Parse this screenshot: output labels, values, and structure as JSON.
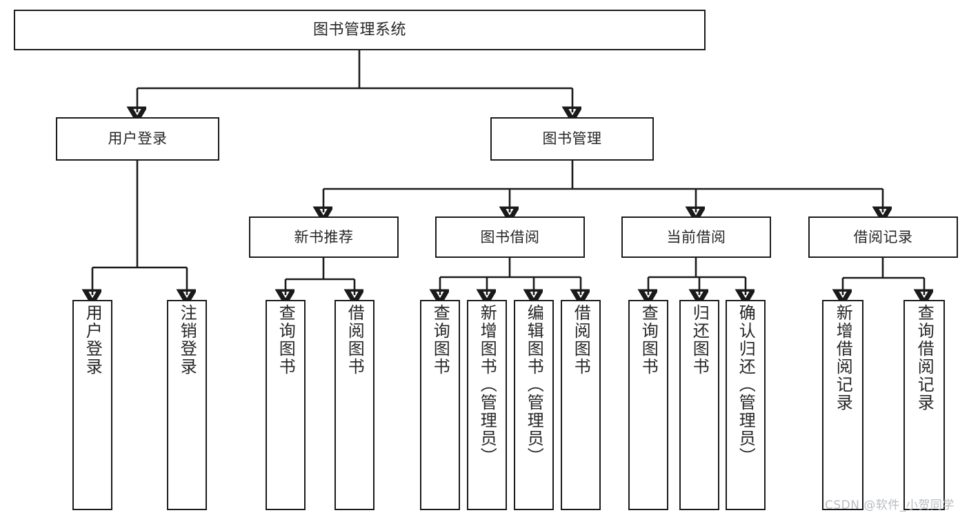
{
  "diagram": {
    "title": "图书管理系统",
    "type": "tree",
    "watermark": "CSDN @软件_小贺同学",
    "colors": {
      "box_border": "#1a1a1a",
      "box_fill": "#ffffff",
      "connector": "#1a1a1a",
      "text": "#262626",
      "watermark": "#b9bcc0"
    },
    "levels": [
      {
        "level": 1,
        "nodes": [
          {
            "id": "root",
            "label": "图书管理系统",
            "orientation": "horizontal"
          }
        ]
      },
      {
        "level": 2,
        "nodes": [
          {
            "id": "login",
            "label": "用户登录",
            "orientation": "horizontal",
            "parent": "root"
          },
          {
            "id": "bookmgmt",
            "label": "图书管理",
            "orientation": "horizontal",
            "parent": "root"
          }
        ]
      },
      {
        "level": 3,
        "nodes": [
          {
            "id": "newbook",
            "label": "新书推荐",
            "orientation": "horizontal",
            "parent": "bookmgmt"
          },
          {
            "id": "borrow",
            "label": "图书借阅",
            "orientation": "horizontal",
            "parent": "bookmgmt"
          },
          {
            "id": "current",
            "label": "当前借阅",
            "orientation": "horizontal",
            "parent": "bookmgmt"
          },
          {
            "id": "records",
            "label": "借阅记录",
            "orientation": "horizontal",
            "parent": "bookmgmt"
          }
        ]
      },
      {
        "level": 4,
        "nodes": [
          {
            "id": "leaf-user-login",
            "label": "用户登录",
            "orientation": "vertical",
            "parent": "login"
          },
          {
            "id": "leaf-logout",
            "label": "注销登录",
            "orientation": "vertical",
            "parent": "login"
          },
          {
            "id": "leaf-query-book-1",
            "label": "查询图书",
            "orientation": "vertical",
            "parent": "newbook"
          },
          {
            "id": "leaf-borrow-book-1",
            "label": "借阅图书",
            "orientation": "vertical",
            "parent": "newbook"
          },
          {
            "id": "leaf-query-book-2",
            "label": "查询图书",
            "orientation": "vertical",
            "parent": "borrow"
          },
          {
            "id": "leaf-add-book",
            "label": "新增图书（管理员）",
            "orientation": "vertical",
            "parent": "borrow"
          },
          {
            "id": "leaf-edit-book",
            "label": "编辑图书（管理员）",
            "orientation": "vertical",
            "parent": "borrow"
          },
          {
            "id": "leaf-borrow-book-2",
            "label": "借阅图书",
            "orientation": "vertical",
            "parent": "borrow"
          },
          {
            "id": "leaf-query-book-3",
            "label": "查询图书",
            "orientation": "vertical",
            "parent": "current"
          },
          {
            "id": "leaf-return-book",
            "label": "归还图书",
            "orientation": "vertical",
            "parent": "current"
          },
          {
            "id": "leaf-confirm-return",
            "label": "确认归还（管理员）",
            "orientation": "vertical",
            "parent": "current"
          },
          {
            "id": "leaf-add-record",
            "label": "新增借阅记录",
            "orientation": "vertical",
            "parent": "records"
          },
          {
            "id": "leaf-query-record",
            "label": "查询借阅记录",
            "orientation": "vertical",
            "parent": "records"
          }
        ]
      }
    ]
  }
}
